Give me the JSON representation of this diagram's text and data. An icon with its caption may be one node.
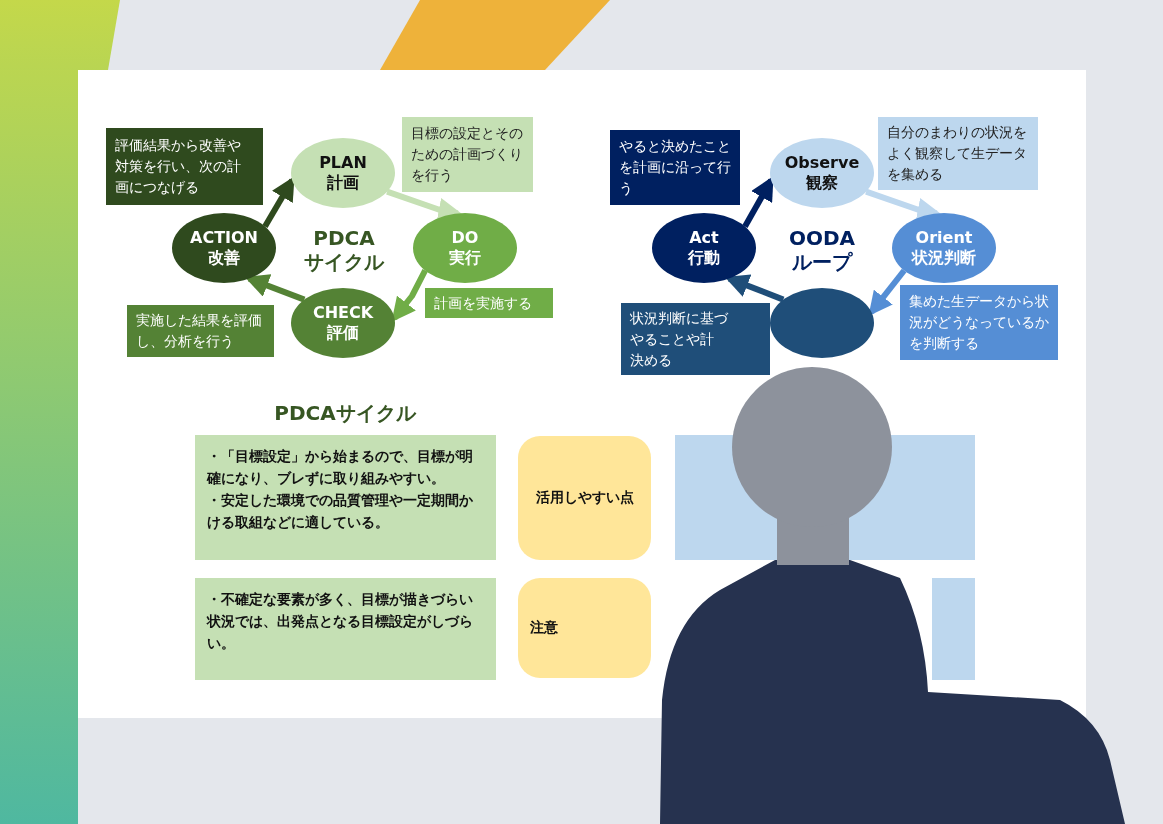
{
  "diagram": {
    "nodes": [
      {
        "text": [
          "評価結果から改善や対策を行い、次の計画につなげる"
        ]
      },
      {
        "text": [
          "PLAN 計画"
        ]
      },
      {
        "text": [
          "目標の設定とそのための計画づくりを行う"
        ]
      },
      {
        "text": [
          "ACTION 改善"
        ]
      },
      {
        "text": [
          "DO 実行"
        ]
      },
      {
        "text": [
          "計画を実施する"
        ]
      },
      {
        "text": [
          "実施した結果を評価し、分析を行う"
        ]
      },
      {
        "text": [
          "CHECK 評価"
        ]
      },
      {
        "text": [
          "やると決めたことを計画に沿って行う"
        ]
      },
      {
        "text": [
          "Observe 観察"
        ]
      },
      {
        "text": [
          "自分のまわりの状況をよく観察して生データを集める"
        ]
      },
      {
        "text": [
          "Act 行動"
        ]
      },
      {
        "text": [
          "Orient 状況判断"
        ]
      },
      {
        "text": [
          "集めた生データから状況がどうなっているかを判断する"
        ]
      },
      {
        "text": [
          "状況判断に基づ",
          "やることや計",
          "決める"
        ]
      },
      {
        "text": [],
        "shape": "circle"
      },
      {
        "text": [
          "・「目標設定」から始まるので、目標が明確になり、ブレずに取り組みやすい。",
          "・安定した環境での品質管理や一定期間かける取組などに適している。"
        ]
      },
      {
        "text": [
          "活用しやすい点"
        ]
      },
      {
        "text": [],
        "shape": "box"
      },
      {
        "text": [
          "・不確定な要素が多く、目標が描きづらい状況では、出発点となる目標設定がしづらい。"
        ]
      },
      {
        "text": [
          "注意"
        ]
      },
      {
        "text": [],
        "shape": "box"
      }
    ],
    "edges": [
      {
        "from": 3,
        "to": 1,
        "arrow": "to",
        "color": "#2f4a1e"
      },
      {
        "from": 1,
        "to": 4,
        "arrow": "to",
        "color": "#c5e0b4"
      },
      {
        "from": 4,
        "to": 7,
        "arrow": "to",
        "color": "#70ad47"
      },
      {
        "from": 7,
        "to": 3,
        "arrow": "to",
        "color": "#548235"
      },
      {
        "from": 11,
        "to": 9,
        "arrow": "to",
        "color": "#002060"
      },
      {
        "from": 9,
        "to": 12,
        "arrow": "to",
        "color": "#bdd7ee"
      },
      {
        "from": 12,
        "to": 15,
        "arrow": "to",
        "color": "#558ed5"
      },
      {
        "from": 15,
        "to": 11,
        "arrow": "to",
        "color": "#1f4e79"
      }
    ],
    "labels": [
      "PDCA サイクル",
      "OODA ループ",
      "PDCAサイクル"
    ]
  }
}
